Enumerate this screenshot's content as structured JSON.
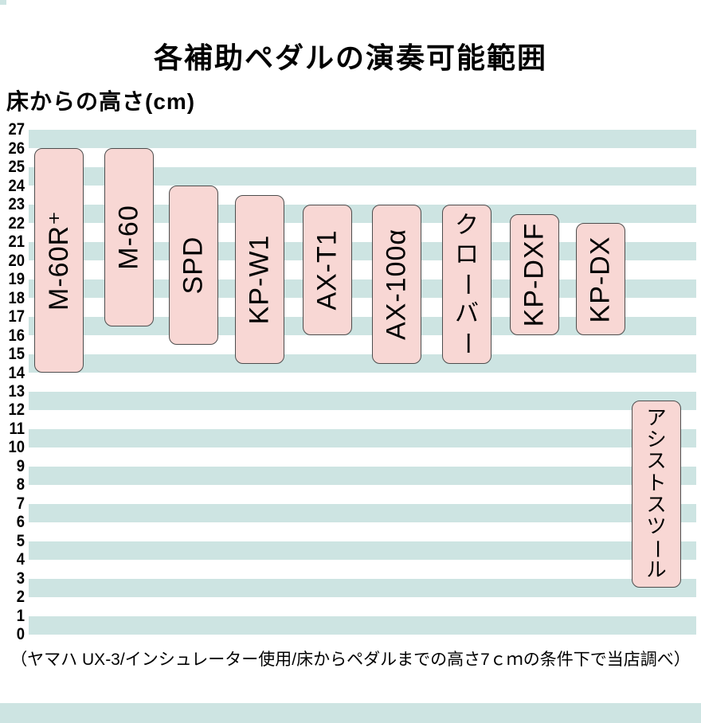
{
  "title": "各補助ペダルの演奏可能範囲",
  "axis_title": "床からの高さ(cm)",
  "footnote": "（ヤマハ UX-3/インシュレーター使用/床からペダルまでの高さ7ｃｍの条件下で当店調べ）",
  "colors": {
    "stripe_teal": "#cde4e2",
    "bar_fill": "#f8d7d4",
    "bar_border": "#4d4d4d",
    "text": "#000000",
    "background": "#ffffff"
  },
  "chart_data": {
    "type": "bar",
    "subtype": "vertical-range-bars",
    "title": "各補助ペダルの演奏可能範囲",
    "ylabel": "床からの高さ(cm)",
    "ylim": [
      0,
      27
    ],
    "ytick_step": 1,
    "yticks": [
      0,
      1,
      2,
      3,
      4,
      5,
      6,
      7,
      8,
      9,
      10,
      11,
      12,
      13,
      14,
      15,
      16,
      17,
      18,
      19,
      20,
      21,
      22,
      23,
      24,
      25,
      26,
      27
    ],
    "grid": "teal band on every [even, even+1] cm interval, white between",
    "legend": "none",
    "series": [
      {
        "name": "M-60R⁺",
        "min": 14,
        "max": 26,
        "label_writing": "rotated"
      },
      {
        "name": "M-60",
        "min": 16.5,
        "max": 26,
        "label_writing": "rotated"
      },
      {
        "name": "SPD",
        "min": 15.5,
        "max": 24,
        "label_writing": "rotated"
      },
      {
        "name": "KP-W1",
        "min": 14.5,
        "max": 23.5,
        "label_writing": "rotated"
      },
      {
        "name": "AX-T1",
        "min": 16,
        "max": 23,
        "label_writing": "rotated"
      },
      {
        "name": "AX-100α",
        "min": 14.5,
        "max": 23,
        "label_writing": "rotated"
      },
      {
        "name": "クローバー",
        "min": 14.5,
        "max": 23,
        "label_writing": "vertical"
      },
      {
        "name": "KP-DXF",
        "min": 16,
        "max": 22.5,
        "label_writing": "rotated"
      },
      {
        "name": "KP-DX",
        "min": 16,
        "max": 22,
        "label_writing": "rotated"
      },
      {
        "name": "アシストスツール",
        "min": 2.5,
        "max": 12.5,
        "label_writing": "vertical"
      }
    ]
  }
}
